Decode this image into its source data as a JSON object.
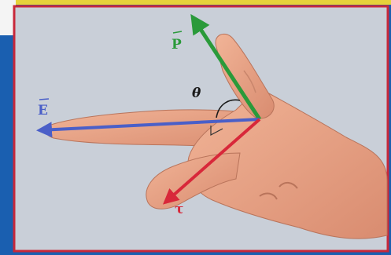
{
  "colors": {
    "frame_outer": "#1a5fb0",
    "frame_top": "#e6d23a",
    "frame_border": "#c8283a",
    "background": "#c9cfd8",
    "skin": "#e9a487",
    "skin_shadow": "#c97b62",
    "p_vector": "#2a9a3a",
    "e_vector": "#4a5fc8",
    "t_vector": "#d8283a",
    "angle_text": "#1a1a1a"
  },
  "labels": {
    "p": "P",
    "e": "E",
    "t": "τ",
    "theta": "θ"
  }
}
